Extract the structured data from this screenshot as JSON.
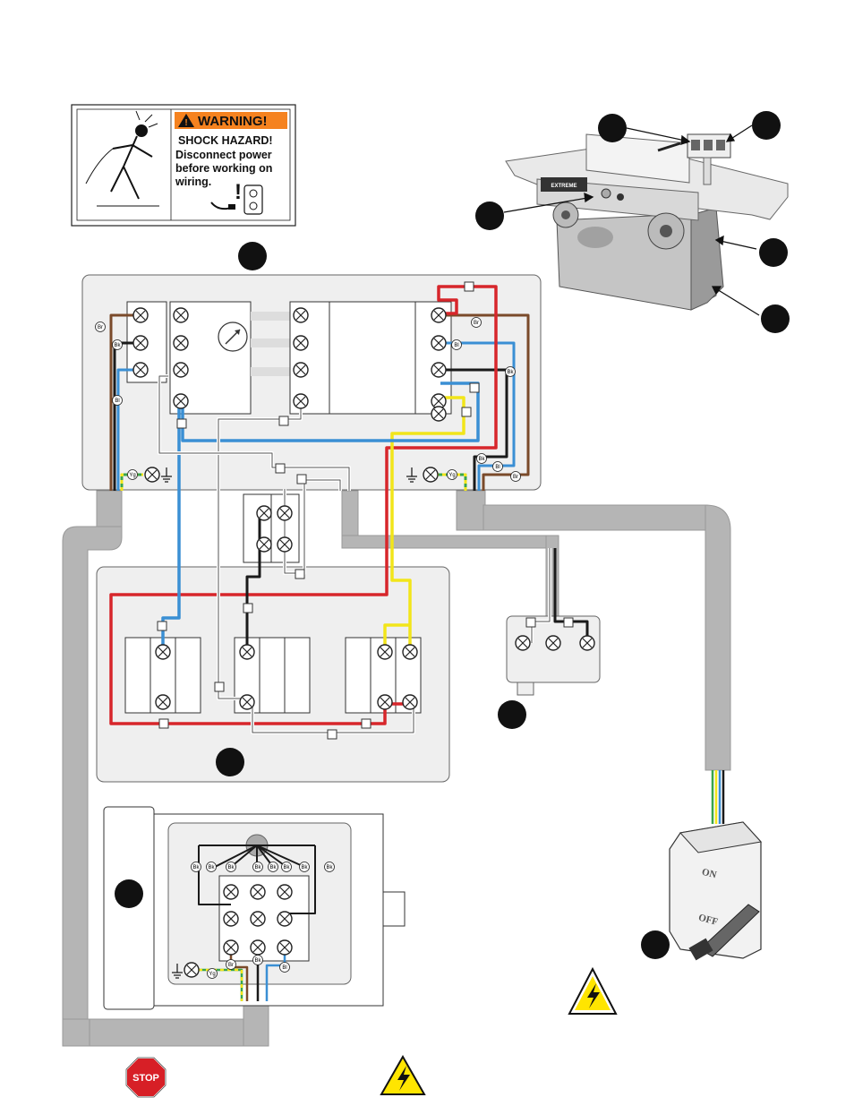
{
  "warning_label": {
    "header": "WARNING!",
    "title": "SHOCK HAZARD!",
    "lines": [
      "Disconnect power",
      "before working on",
      "wiring."
    ]
  },
  "machine_nameplate": "EXTREME",
  "wire_codes": {
    "brown": "Br",
    "black": "Bk",
    "blue": "Bl",
    "yellow_green": "Yg"
  },
  "switch_labels": {
    "on": "ON",
    "off": "OFF"
  },
  "stop_sign": "STOP",
  "colors": {
    "warning_orange": "#f5821f",
    "wire_red": "#d7262b",
    "wire_blue": "#3a8fd4",
    "wire_brown": "#7a4a2a",
    "wire_black": "#1a1a1a",
    "wire_yellow": "#f2e51a",
    "wire_green": "#3aa64a",
    "conduit_gray": "#b3b3b3",
    "callout_black": "#111111",
    "hazard_yellow": "#ffe500",
    "stop_red": "#d71f26"
  }
}
